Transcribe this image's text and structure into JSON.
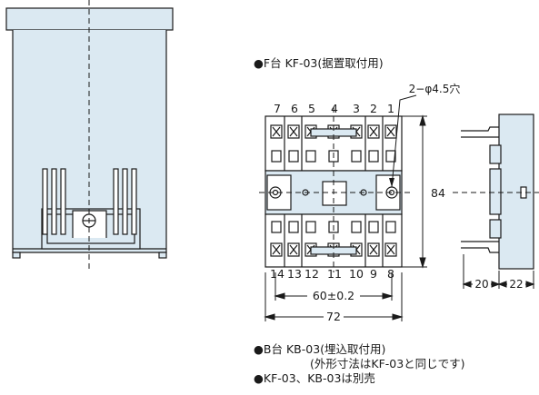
{
  "base_f": {
    "heading": "●F台 KF-03(据置取付用)",
    "hole_label": "2−φ4.5穴",
    "terminals_top": [
      "7",
      "6",
      "5",
      "4",
      "3",
      "2",
      "1"
    ],
    "terminals_bottom": [
      "14",
      "13",
      "12",
      "11",
      "10",
      "9",
      "8"
    ],
    "dim_height": "84",
    "dim_pitch": "60±0.2",
    "dim_width": "72",
    "dim_side_a": "20",
    "dim_side_b": "22"
  },
  "notes": {
    "base_b": "●B台 KB-03(埋込取付用)",
    "base_b_sub": "(外形寸法はKF-03と同じです)",
    "sold_separately": "●KF-03、KB-03は別売"
  },
  "colors": {
    "tint": "#dbe9f2",
    "line": "#1a1a1a"
  }
}
